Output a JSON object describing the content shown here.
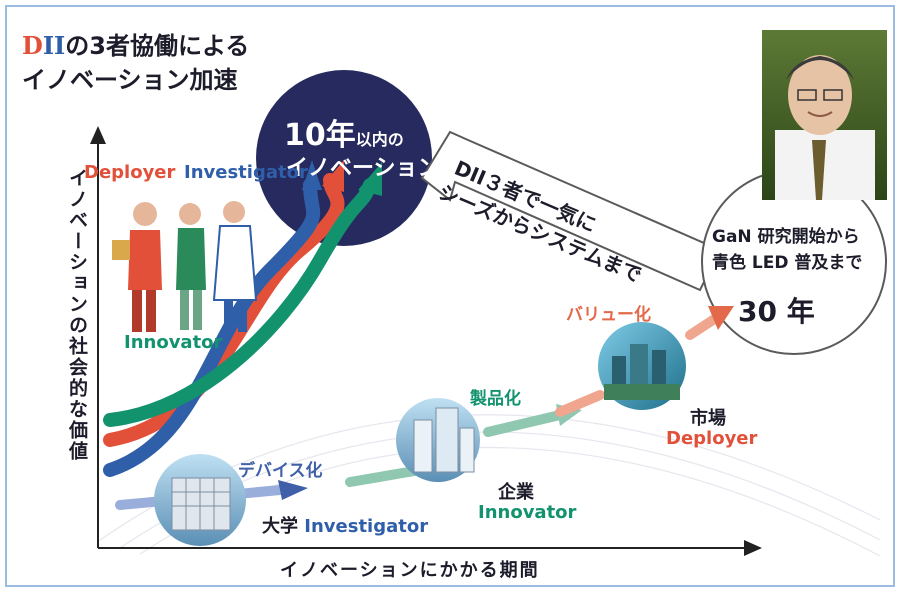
{
  "title": {
    "prefix_d": "D",
    "prefix_ii": "II",
    "line1_rest": "の3者協働による",
    "line2": "イノベーション加速"
  },
  "bubble_10": {
    "number": "10年",
    "suffix": "以内の",
    "line2": "イノベーション"
  },
  "arrow_banner": {
    "line1": "DII３者で一気に",
    "line2": "シーズからシステムまで"
  },
  "bubble_30": {
    "line1": "GaN 研究開始から",
    "line2": "青色 LED 普及まで",
    "line3": "30 年"
  },
  "helix_labels": {
    "deployer": "Deployer",
    "investigator": "Investigator",
    "innovator": "Innovator"
  },
  "y_axis_label": "イノベーションの社会的な価値",
  "x_axis_label": "イノベーションにかかる期間",
  "stages": {
    "device": "デバイス化",
    "product": "製品化",
    "value": "バリュー化"
  },
  "actors": {
    "university": "大学",
    "university_role": "Investigator",
    "company": "企業",
    "company_role": "Innovator",
    "market": "市場",
    "market_role": "Deployer"
  },
  "colors": {
    "deployer": "#e2503a",
    "investigator": "#2f5fa8",
    "innovator": "#12936e",
    "navy_bubble": "#262a5e",
    "stage_device": "#3f5fa8",
    "stage_product": "#12936e",
    "stage_value": "#e26a4a"
  },
  "icons": [
    "portrait-photo",
    "university-building-photo",
    "company-buildings-photo",
    "market-city-photo",
    "people-illustration"
  ]
}
